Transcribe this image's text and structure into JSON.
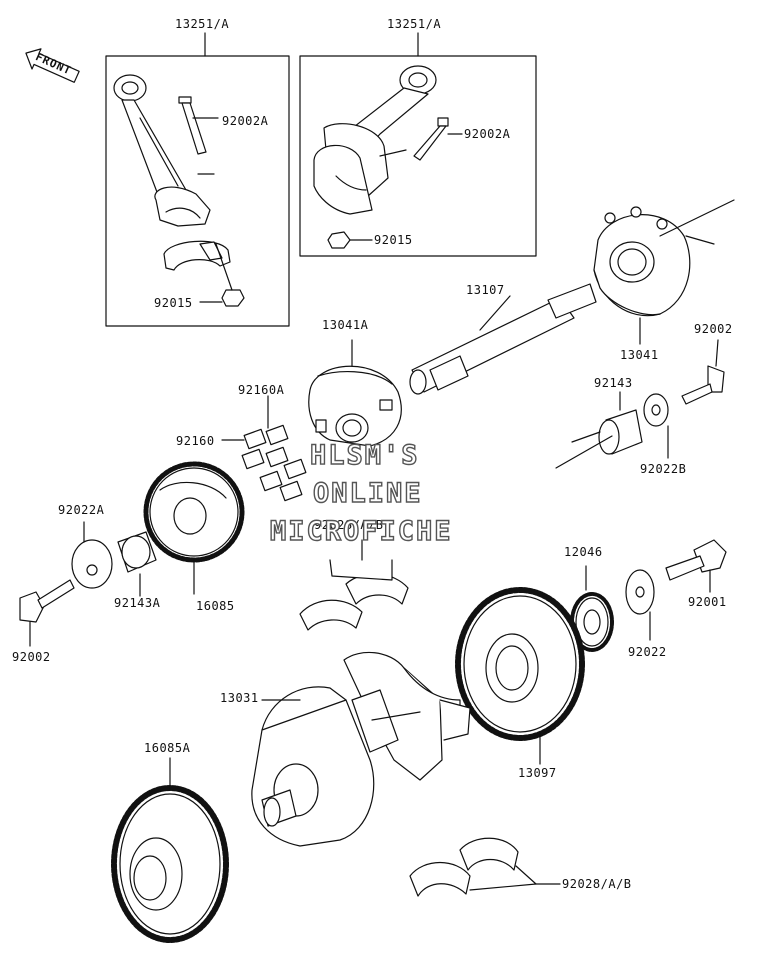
{
  "front_label": "FRONT",
  "parts": {
    "p13251_left": "13251/A",
    "p13251_right": "13251/A",
    "p92002A_left": "92002A",
    "p92002A_right": "92002A",
    "p92015_right": "92015",
    "p92015_left": "92015",
    "p13107": "13107",
    "p13041A": "13041A",
    "p13041": "13041",
    "p92002_top": "92002",
    "p92160A": "92160A",
    "p92143_right": "92143",
    "p92160": "92160",
    "p92022B": "92022B",
    "p92022A": "92022A",
    "p92028_top": "92028/A/B",
    "p12046": "12046",
    "p92143A": "92143A",
    "p16085": "16085",
    "p92001": "92001",
    "p92002_left": "92002",
    "p92022": "92022",
    "p13031": "13031",
    "p16085A": "16085A",
    "p13097": "13097",
    "p92028_bottom": "92028/A/B"
  },
  "watermark": {
    "line1": "HLSM'S",
    "line2": "ONLINE",
    "line3": "MICROFICHE"
  }
}
